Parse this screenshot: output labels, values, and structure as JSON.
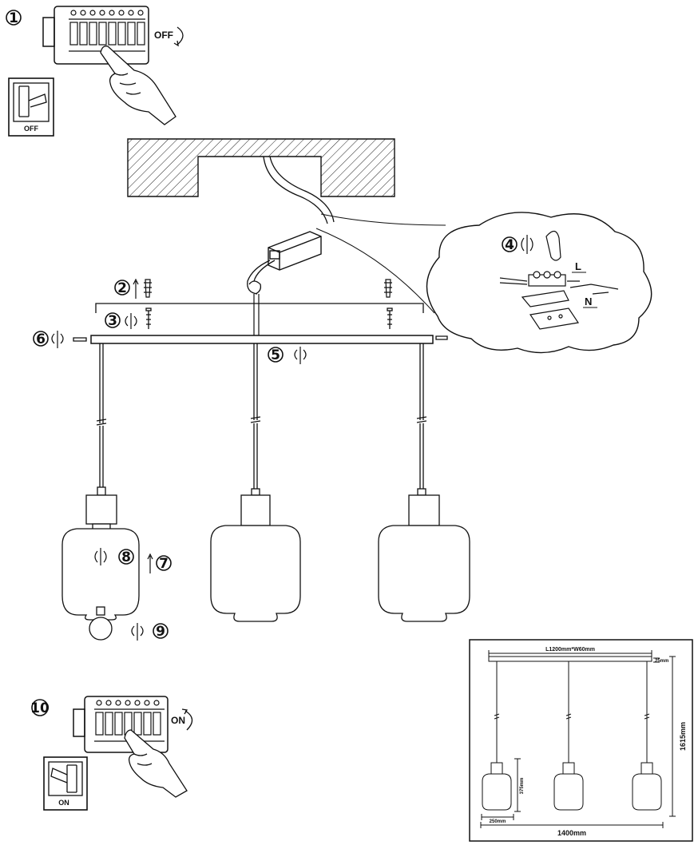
{
  "steps": {
    "s1": "1",
    "s2": "2",
    "s3": "3",
    "s4": "4",
    "s5": "5",
    "s6": "6",
    "s7": "7",
    "s8": "8",
    "s9": "9",
    "s10": "10"
  },
  "switch_labels": {
    "off_top": "OFF",
    "off_box": "OFF",
    "on_top": "ON",
    "on_box": "ON"
  },
  "wiring": {
    "live": "L",
    "neutral": "N"
  },
  "dimensions": {
    "canopy": "L1200mm*W60mm",
    "canopy_height": "25mm",
    "total_height": "1615mm",
    "shade_height": "375mm",
    "shade_width": "250mm",
    "total_width": "1400mm"
  },
  "icons": [
    "hand-icon",
    "breaker-icon",
    "rotate-icon",
    "arrow-up-icon",
    "screw-icon",
    "wall-plug-icon",
    "bulb-icon"
  ]
}
